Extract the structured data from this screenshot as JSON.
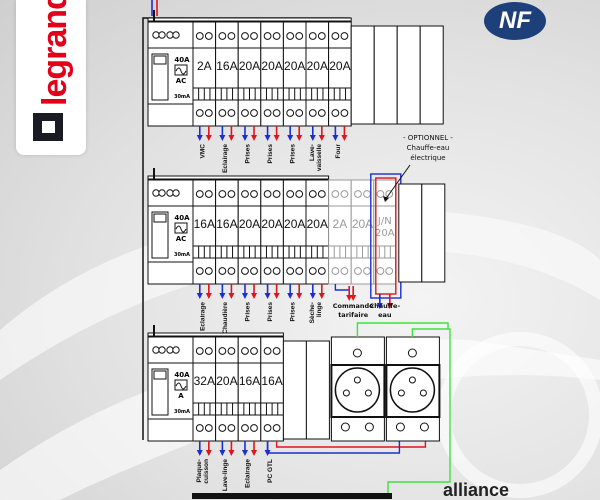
{
  "brand": {
    "name": "legrand",
    "certification": "NF",
    "partner": "alliance"
  },
  "colors": {
    "neutral": "#1a2fd0",
    "phase": "#e0141e",
    "earth": "#3ee23e",
    "optional": "#9a9a9a"
  },
  "rows": [
    {
      "differential": {
        "rating": "40A",
        "type": "AC",
        "sensitivity": "30mA"
      },
      "breakers": [
        {
          "rating": "2A",
          "label": "VMC"
        },
        {
          "rating": "16A",
          "label": "Eclairage"
        },
        {
          "rating": "20A",
          "label": "Prises"
        },
        {
          "rating": "20A",
          "label": "Prises"
        },
        {
          "rating": "20A",
          "label": "Prises"
        },
        {
          "rating": "20A",
          "label": "Lave-|vaisselle"
        },
        {
          "rating": "20A",
          "label": "Four"
        }
      ],
      "blanks": 4
    },
    {
      "differential": {
        "rating": "40A",
        "type": "AC",
        "sensitivity": "30mA"
      },
      "breakers": [
        {
          "rating": "16A",
          "label": "Eclairage"
        },
        {
          "rating": "16A",
          "label": "Chaudière"
        },
        {
          "rating": "20A",
          "label": "Prises"
        },
        {
          "rating": "20A",
          "label": "Prises"
        },
        {
          "rating": "20A",
          "label": "Prises"
        },
        {
          "rating": "20A",
          "label": "Sèche-|linge"
        }
      ],
      "optional_breakers": [
        {
          "rating": "2A"
        },
        {
          "rating": "20A"
        }
      ],
      "optional_group_label": "Commande|tarifaire",
      "contactor": {
        "rating_top": "J/N",
        "rating": "20A",
        "label": "Chauffe-|eau"
      },
      "blanks": 2
    },
    {
      "differential": {
        "rating": "40A",
        "type": "A",
        "sensitivity": "30mA"
      },
      "breakers": [
        {
          "rating": "32A",
          "label": "Plaque-|cuisson"
        },
        {
          "rating": "20A",
          "label": "Lave-linge"
        },
        {
          "rating": "16A",
          "label": "Eclairage"
        },
        {
          "rating": "16A",
          "label": "PC GTL"
        }
      ],
      "blanks": 2,
      "sockets": 2
    }
  ],
  "annotation": {
    "line1": "- OPTIONNEL -",
    "line2": "Chauffe-eau",
    "line3": "électrique"
  }
}
